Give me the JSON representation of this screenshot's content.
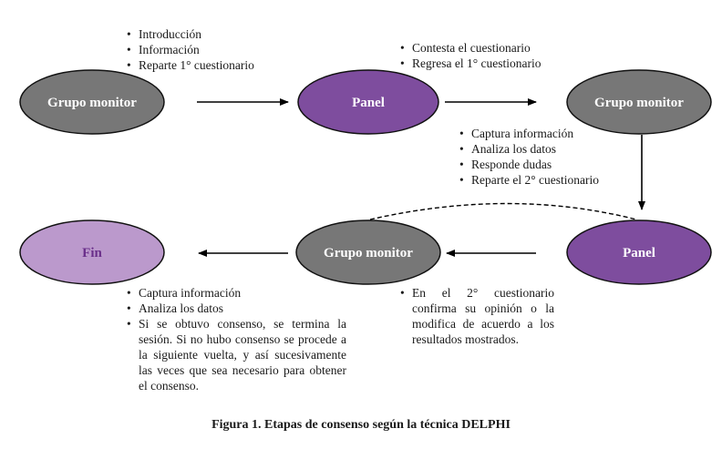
{
  "nodes": [
    {
      "id": "n1",
      "label": "Grupo monitor",
      "fill": "#777777",
      "text_color": "#ffffff"
    },
    {
      "id": "n2",
      "label": "Panel",
      "fill": "#7e4d9e",
      "text_color": "#ffffff"
    },
    {
      "id": "n3",
      "label": "Grupo monitor",
      "fill": "#777777",
      "text_color": "#ffffff"
    },
    {
      "id": "n4",
      "label": "Panel",
      "fill": "#7e4d9e",
      "text_color": "#ffffff"
    },
    {
      "id": "n5",
      "label": "Grupo monitor",
      "fill": "#777777",
      "text_color": "#ffffff"
    },
    {
      "id": "n6",
      "label": "Fin",
      "fill": "#bb99cc",
      "text_color": "#6a2f8a"
    }
  ],
  "edges": [
    {
      "from": "n1",
      "to": "n2",
      "style": "solid"
    },
    {
      "from": "n2",
      "to": "n3",
      "style": "solid"
    },
    {
      "from": "n3",
      "to": "n4",
      "style": "solid"
    },
    {
      "from": "n4",
      "to": "n5",
      "style": "solid"
    },
    {
      "from": "n5",
      "to": "n6",
      "style": "solid"
    },
    {
      "from": "n5",
      "to": "n4",
      "style": "dashed"
    }
  ],
  "notes": {
    "step1": [
      "Introducción",
      "Información",
      "Reparte 1° cuestionario"
    ],
    "step2": [
      "Contesta el cuestionario",
      "Regresa el 1° cuestionario"
    ],
    "step3": [
      "Captura información",
      "Analiza los datos",
      "Responde dudas",
      "Reparte el 2° cuestionario"
    ],
    "step4": [
      "En el 2° cuestionario confirma su opinión o la modifica de acuerdo a los resultados mostrados."
    ],
    "step5": [
      "Captura información",
      "Analiza los datos",
      "Si se obtuvo consenso, se termina la sesión. Si no hubo consenso se procede a la siguiente vuelta, y así sucesivamente las veces que sea necesario para obtener el consenso."
    ]
  },
  "caption": "Figura 1. Etapas de consenso según la técnica DELPHI",
  "colors": {
    "stroke": "#111111",
    "arrow": "#000000"
  }
}
